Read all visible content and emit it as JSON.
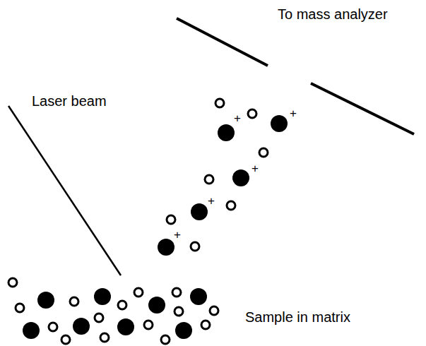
{
  "diagram": {
    "labels": [
      "To mass analyzer",
      "Laser beam",
      "Sample in matrix",
      "+",
      "+",
      "+",
      "+",
      "+"
    ]
  }
}
